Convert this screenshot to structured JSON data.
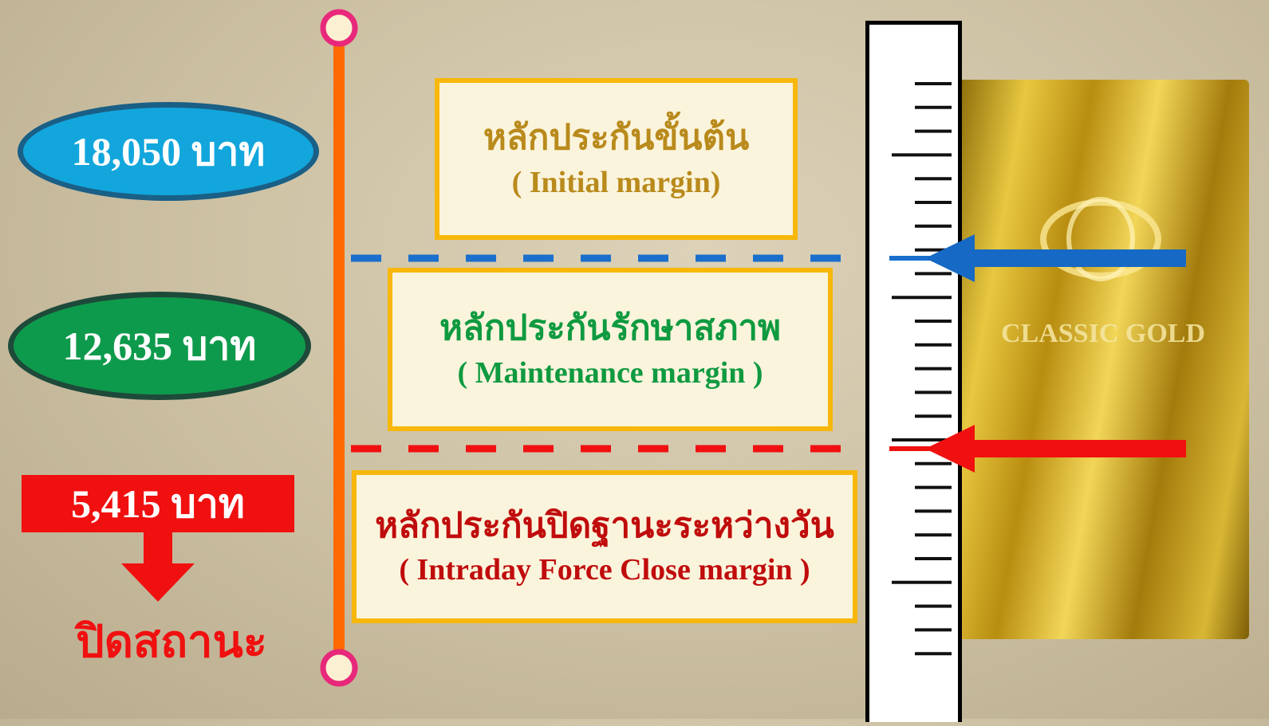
{
  "levels": {
    "initial": {
      "amount": "18,050 บาท",
      "title_th": "หลักประกันขั้นต้น",
      "title_en": "( Initial margin)",
      "color": "#b98a1c",
      "amount_bg": "#12a6dc"
    },
    "maintenance": {
      "amount": "12,635  บาท",
      "title_th": "หลักประกันรักษาสภาพ",
      "title_en": "( Maintenance margin )",
      "color": "#0f9a40",
      "amount_bg": "#0e9a4c",
      "marker_color": "#1a6fcc"
    },
    "force_close": {
      "amount": "5,415 บาท",
      "title_th": "หลักประกันปิดฐานะระหว่างวัน",
      "title_en": "( Intraday Force Close margin )",
      "color": "#c00c0c",
      "amount_bg": "#f01010",
      "marker_color": "#f01010"
    }
  },
  "close_position_label": "ปิดสถานะ",
  "gold_bar_text": "CLASSIC GOLD",
  "accent_colors": {
    "axis": "#ff6a00",
    "axis_endpoints": "#e8287a",
    "box_border": "#f7b70b"
  },
  "icons": {
    "down_arrow": "down-arrow-icon",
    "left_arrow": "left-arrow-icon"
  }
}
